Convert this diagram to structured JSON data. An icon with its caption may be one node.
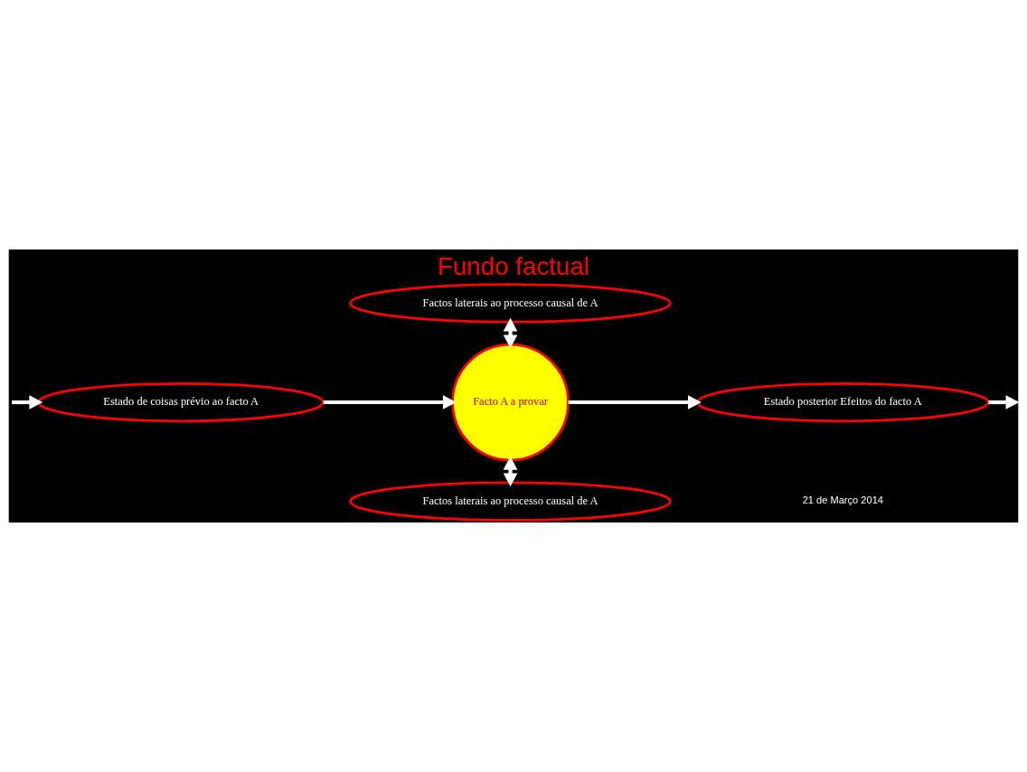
{
  "diagram": {
    "title": "Fundo factual",
    "nodes": [
      {
        "text": [
          "Factos laterais ao processo causal de A"
        ]
      },
      {
        "text": [
          "Estado de coisas prévio ao facto A"
        ]
      },
      {
        "text": [
          "Facto A a provar"
        ]
      },
      {
        "text": [
          "Estado posterior Efeitos do facto A"
        ]
      },
      {
        "text": [
          "Factos laterais ao processo causal de A"
        ]
      }
    ],
    "edges": [
      {
        "from": null,
        "to": 1,
        "arrow": "to"
      },
      {
        "from": 1,
        "to": 2,
        "arrow": "to"
      },
      {
        "from": 2,
        "to": 3,
        "arrow": "to"
      },
      {
        "from": 3,
        "to": null,
        "arrow": "to"
      },
      {
        "from": 0,
        "to": 2,
        "arrow": "both"
      },
      {
        "from": 2,
        "to": 4,
        "arrow": "both"
      }
    ],
    "labels": [
      "21 de Março 2014"
    ]
  }
}
